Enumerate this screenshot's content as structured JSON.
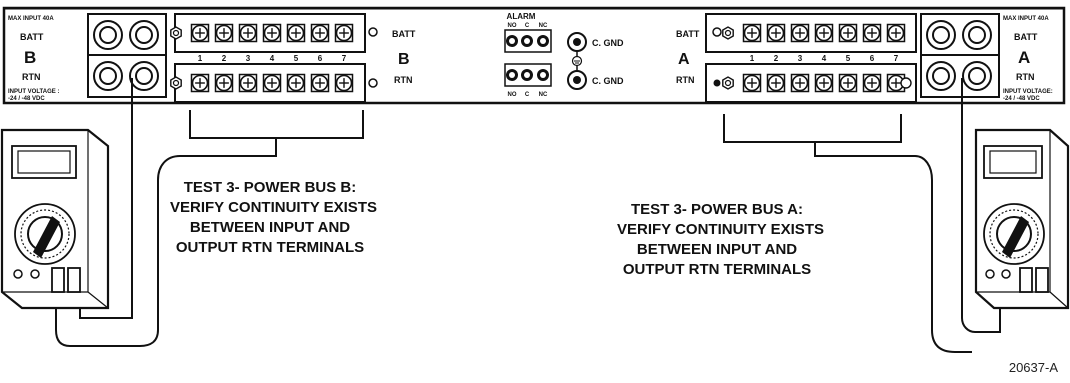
{
  "panel": {
    "side_b": {
      "max_input": "MAX INPUT 40A",
      "batt": "BATT",
      "letter": "B",
      "rtn": "RTN",
      "input_voltage_line1": "INPUT VOLTAGE :",
      "input_voltage_line2": "-24 / -48 VDC",
      "strip_batt": "BATT",
      "strip_letter": "B",
      "strip_rtn": "RTN"
    },
    "side_a": {
      "max_input": "MAX INPUT 40A",
      "batt": "BATT",
      "letter": "A",
      "rtn": "RTN",
      "input_voltage_line1": "INPUT VOLTAGE:",
      "input_voltage_line2": "-24 / -48 VDC",
      "strip_batt": "BATT",
      "strip_letter": "A",
      "strip_rtn": "RTN"
    },
    "terminal_numbers": [
      "1",
      "2",
      "3",
      "4",
      "5",
      "6",
      "7"
    ],
    "alarm": {
      "title": "ALARM",
      "top_labels": [
        "NO",
        "C",
        "NC"
      ],
      "bottom_labels": [
        "NO",
        "C",
        "NC"
      ]
    },
    "ground_top": "C. GND",
    "ground_bottom": "C. GND"
  },
  "captions": {
    "left": [
      "TEST 3- POWER BUS B:",
      "VERIFY CONTINUITY EXISTS",
      "BETWEEN INPUT AND",
      "OUTPUT RTN TERMINALS"
    ],
    "right": [
      "TEST 3- POWER BUS A:",
      "VERIFY CONTINUITY EXISTS",
      "BETWEEN INPUT AND",
      "OUTPUT RTN TERMINALS"
    ]
  },
  "figure_id": "20637-A"
}
